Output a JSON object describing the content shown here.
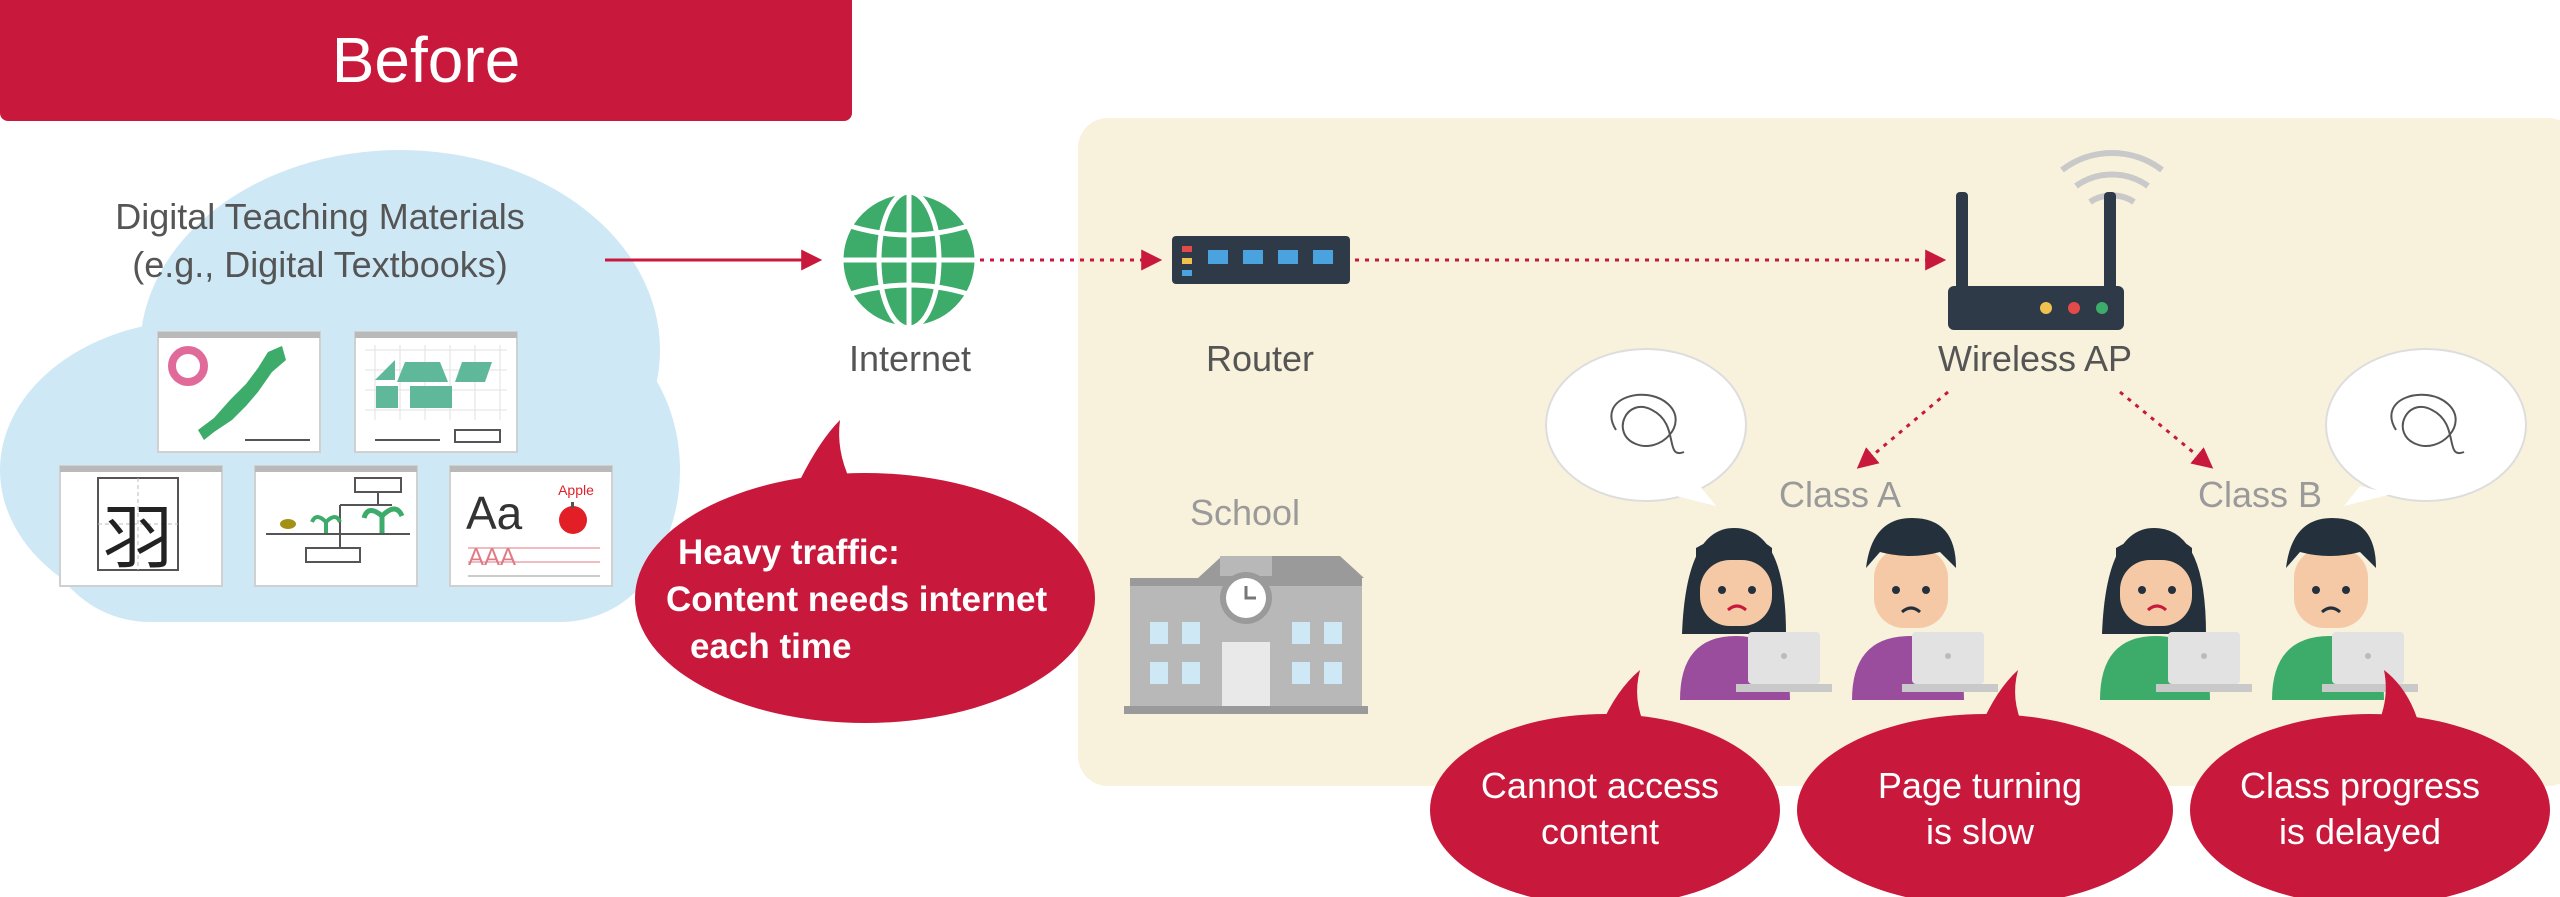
{
  "title": "Before",
  "source": {
    "label_line1": "Digital Teaching Materials",
    "label_line2": "(e.g., Digital Textbooks)",
    "kanji": "羽",
    "letters": "Aa",
    "apple_word": "Apple",
    "letters_row": "AAA"
  },
  "nodes": {
    "internet": "Internet",
    "router": "Router",
    "wireless_ap": "Wireless AP",
    "school": "School",
    "class_a": "Class A",
    "class_b": "Class B"
  },
  "callouts": {
    "traffic_line1": "Heavy traffic:",
    "traffic_line2": "Content needs internet",
    "traffic_line3": "each time",
    "access_line1": "Cannot access",
    "access_line2": "content",
    "page_line1": "Page turning",
    "page_line2": "is slow",
    "progress_line1": "Class progress",
    "progress_line2": "is delayed"
  },
  "colors": {
    "accent": "#c8193d",
    "cloud": "#cfe8f5",
    "school_zone": "#f8f1dc",
    "globe": "#3dab6a"
  }
}
